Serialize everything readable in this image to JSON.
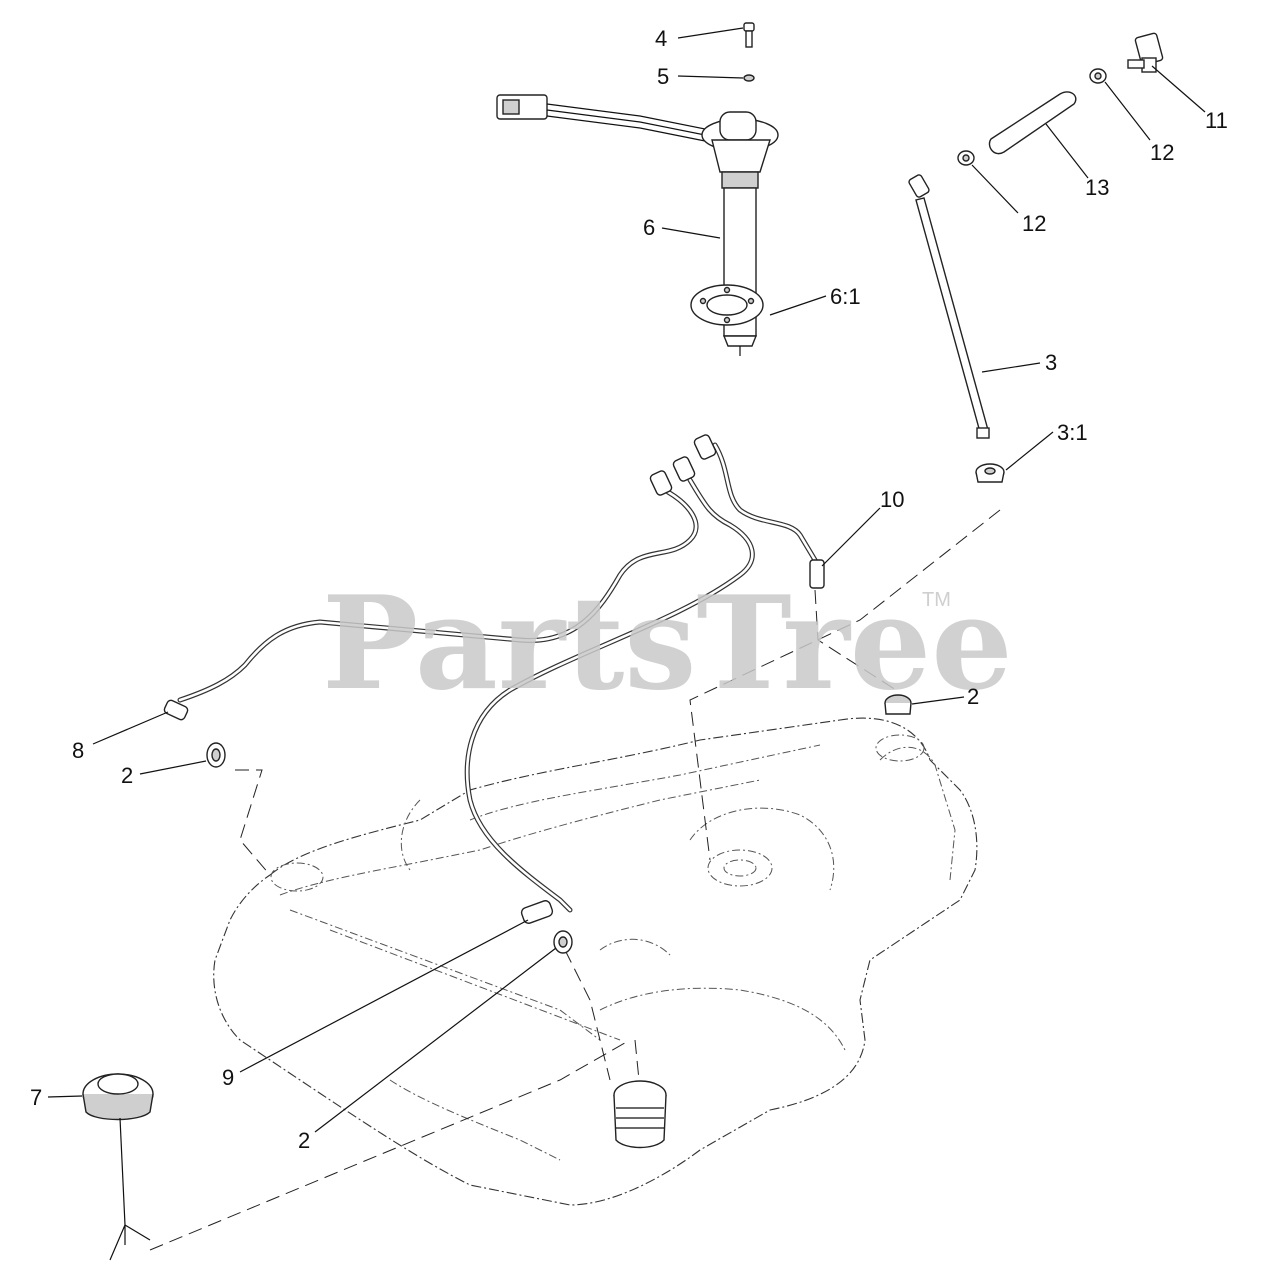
{
  "watermark": {
    "text": "PartsTree",
    "trademark": "TM"
  },
  "callouts": [
    {
      "id": "c4",
      "label": "4"
    },
    {
      "id": "c5",
      "label": "5"
    },
    {
      "id": "c6",
      "label": "6"
    },
    {
      "id": "c61",
      "label": "6:1"
    },
    {
      "id": "c3",
      "label": "3"
    },
    {
      "id": "c31",
      "label": "3:1"
    },
    {
      "id": "c10",
      "label": "10"
    },
    {
      "id": "c2a",
      "label": "2"
    },
    {
      "id": "c8",
      "label": "8"
    },
    {
      "id": "c2b",
      "label": "2"
    },
    {
      "id": "c9",
      "label": "9"
    },
    {
      "id": "c2c",
      "label": "2"
    },
    {
      "id": "c7",
      "label": "7"
    },
    {
      "id": "c11",
      "label": "11"
    },
    {
      "id": "c12a",
      "label": "12"
    },
    {
      "id": "c12b",
      "label": "12"
    },
    {
      "id": "c13",
      "label": "13"
    }
  ]
}
